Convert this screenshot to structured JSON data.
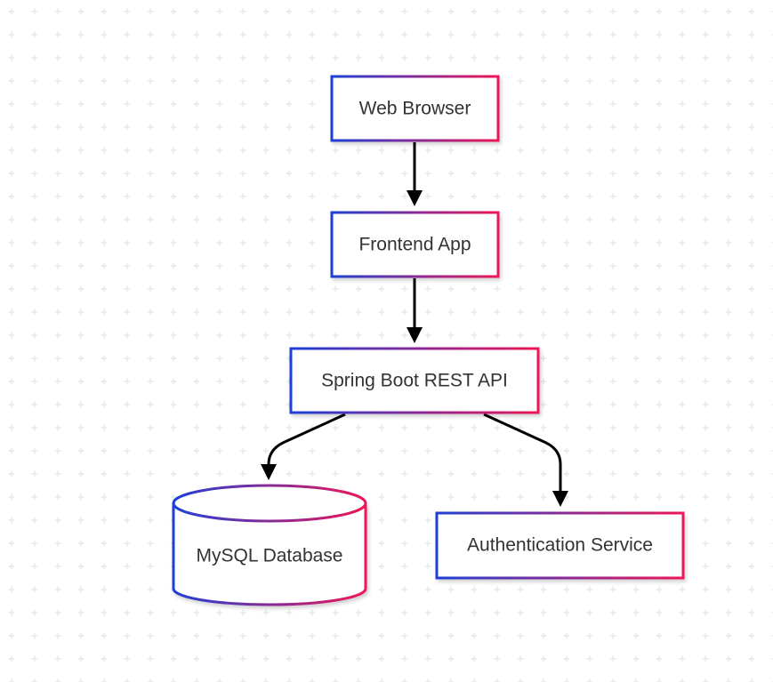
{
  "colors": {
    "gradient_start": "#1f3fd6",
    "gradient_end": "#ee1656",
    "edge": "#000000",
    "grid_dot": "#d3e6de",
    "label": "#333333"
  },
  "nodes": {
    "web_browser": {
      "label": "Web Browser",
      "shape": "rectangle"
    },
    "frontend_app": {
      "label": "Frontend App",
      "shape": "rectangle"
    },
    "rest_api": {
      "label": "Spring Boot REST API",
      "shape": "rectangle"
    },
    "mysql_database": {
      "label": "MySQL Database",
      "shape": "cylinder"
    },
    "auth_service": {
      "label": "Authentication Service",
      "shape": "rectangle"
    }
  },
  "edges": [
    {
      "from": "web_browser",
      "to": "frontend_app"
    },
    {
      "from": "frontend_app",
      "to": "rest_api"
    },
    {
      "from": "rest_api",
      "to": "mysql_database"
    },
    {
      "from": "rest_api",
      "to": "auth_service"
    }
  ]
}
